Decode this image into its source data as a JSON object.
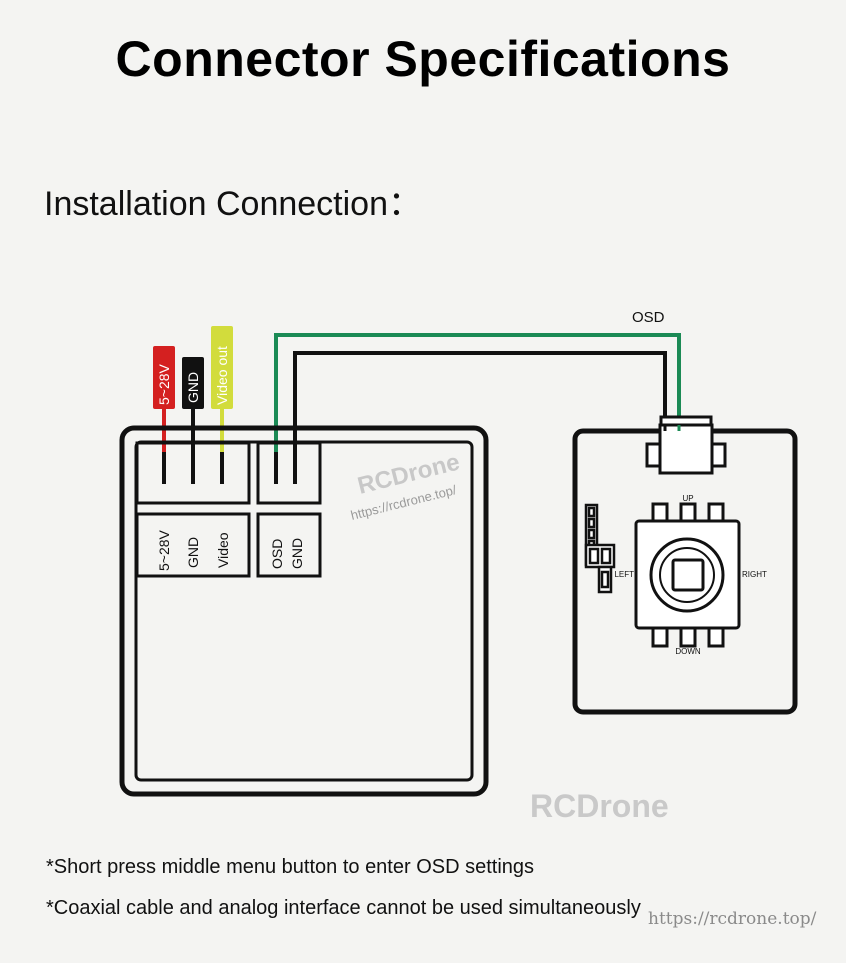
{
  "title": "Connector Specifications",
  "subtitle": "Installation Connection：",
  "camera_board": {
    "wire_tags": [
      "5~28V",
      "GND",
      "Video out"
    ],
    "pin_labels": [
      "5~28V",
      "GND",
      "Video"
    ],
    "osd_labels": [
      "OSD",
      "GND"
    ]
  },
  "osd_board": {
    "wire_label": "OSD",
    "buttons": {
      "up": "UP",
      "down": "DOWN",
      "left": "LEFT",
      "right": "RIGHT"
    }
  },
  "watermarks": {
    "brand_on_board": "RCDrone",
    "url_on_board": "https://rcdrone.top/",
    "brand": "RCDrone",
    "url": "https://rcdrone.top/"
  },
  "notes": [
    "*Short press middle menu button to enter OSD settings",
    "*Coaxial cable and analog interface cannot be used simultaneously"
  ],
  "colors": {
    "power_wire": "#d42020",
    "ground_wire": "#111111",
    "video_wire": "#d2dc3c",
    "osd_wire": "#1b8a55"
  }
}
